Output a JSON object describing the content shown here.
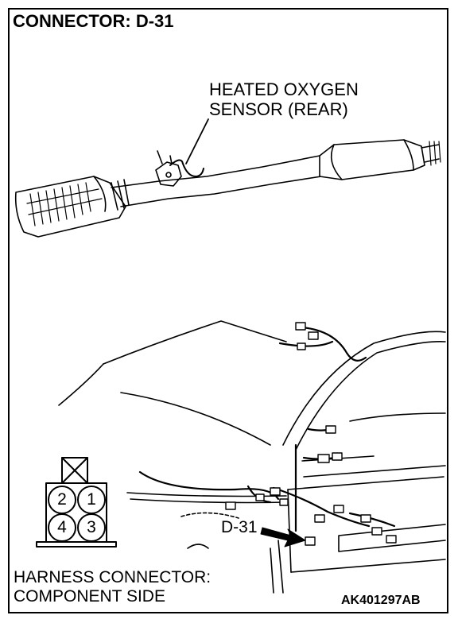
{
  "title": "CONNECTOR: D-31",
  "sensor_label": {
    "line1": "HEATED OXYGEN",
    "line2": "SENSOR (REAR)"
  },
  "callout": "D-31",
  "pins": [
    "2",
    "1",
    "4",
    "3"
  ],
  "footer": {
    "line1": "HARNESS CONNECTOR:",
    "line2": "COMPONENT SIDE"
  },
  "figure_code": "AK401297AB"
}
